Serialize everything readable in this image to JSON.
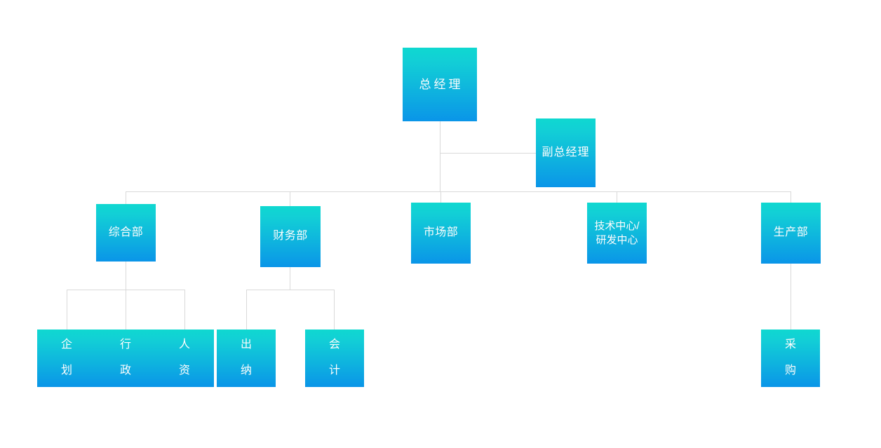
{
  "chart": {
    "type": "org-chart",
    "title": "",
    "background_color": "#ffffff",
    "node_gradient": {
      "from": "#0fd8d0",
      "to": "#0a95e8"
    },
    "connector_color": "#d9d9d9",
    "text_color": "#ffffff"
  },
  "nodes": {
    "general_manager": {
      "label": "总经理",
      "level": 1
    },
    "vice_general_manager": {
      "label": "副总经理",
      "level": 1.5
    },
    "general_affairs": {
      "label": "综合部",
      "level": 2
    },
    "finance": {
      "label": "财务部",
      "level": 2
    },
    "marketing": {
      "label": "市场部",
      "level": 2
    },
    "tech_center": {
      "label": "技术中心/\n研发中心",
      "level": 2
    },
    "production": {
      "label": "生产部",
      "level": 2
    },
    "planning": {
      "chars": [
        "企",
        "划"
      ],
      "label": "企划",
      "level": 3
    },
    "administration": {
      "chars": [
        "行",
        "政"
      ],
      "label": "行政",
      "level": 3
    },
    "human_resources": {
      "chars": [
        "人",
        "资"
      ],
      "label": "人资",
      "level": 3
    },
    "cashier": {
      "chars": [
        "出",
        "纳"
      ],
      "label": "出纳",
      "level": 3
    },
    "accounting": {
      "chars": [
        "会",
        "计"
      ],
      "label": "会计",
      "level": 3
    },
    "procurement": {
      "chars": [
        "采",
        "购"
      ],
      "label": "采购",
      "level": 3
    }
  }
}
